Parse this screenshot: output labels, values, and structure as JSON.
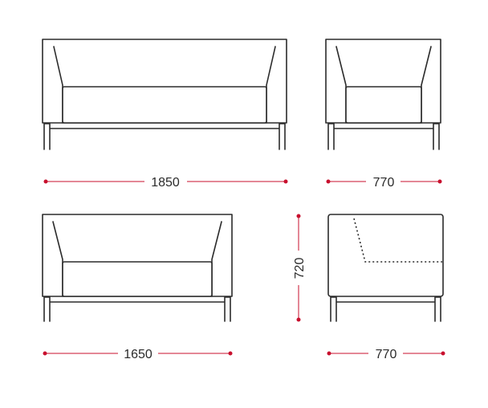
{
  "colors": {
    "outline": "#2b2b2b",
    "dimension": "#c8102e",
    "background": "#ffffff"
  },
  "views": [
    {
      "id": "three-seat-sofa-front",
      "width_label": "1850"
    },
    {
      "id": "armchair-front",
      "width_label": "770"
    },
    {
      "id": "two-seat-sofa-front",
      "width_label": "1650"
    },
    {
      "id": "armchair-side",
      "width_label": "770",
      "height_label": "720"
    }
  ],
  "dimensions": {
    "sofa3_width": "1850",
    "armchair_width": "770",
    "sofa2_width": "1650",
    "height": "720",
    "side_depth": "770"
  }
}
